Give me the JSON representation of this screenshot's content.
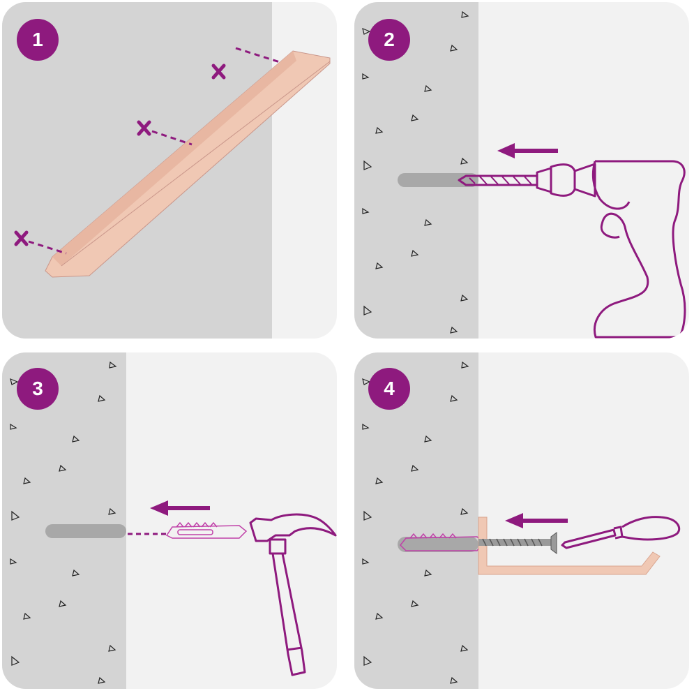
{
  "colors": {
    "accent": "#8e1a7e",
    "wall": "#d4d4d4",
    "background": "#f2f2f2",
    "shelf": "#f0c8b4",
    "drill_hole": "#a8a8a8"
  },
  "steps": [
    {
      "number": "1",
      "icon": "shelf-mark-positions-icon"
    },
    {
      "number": "2",
      "icon": "drill-icon"
    },
    {
      "number": "3",
      "icon": "hammer-icon"
    },
    {
      "number": "4",
      "icon": "screwdriver-icon"
    }
  ]
}
